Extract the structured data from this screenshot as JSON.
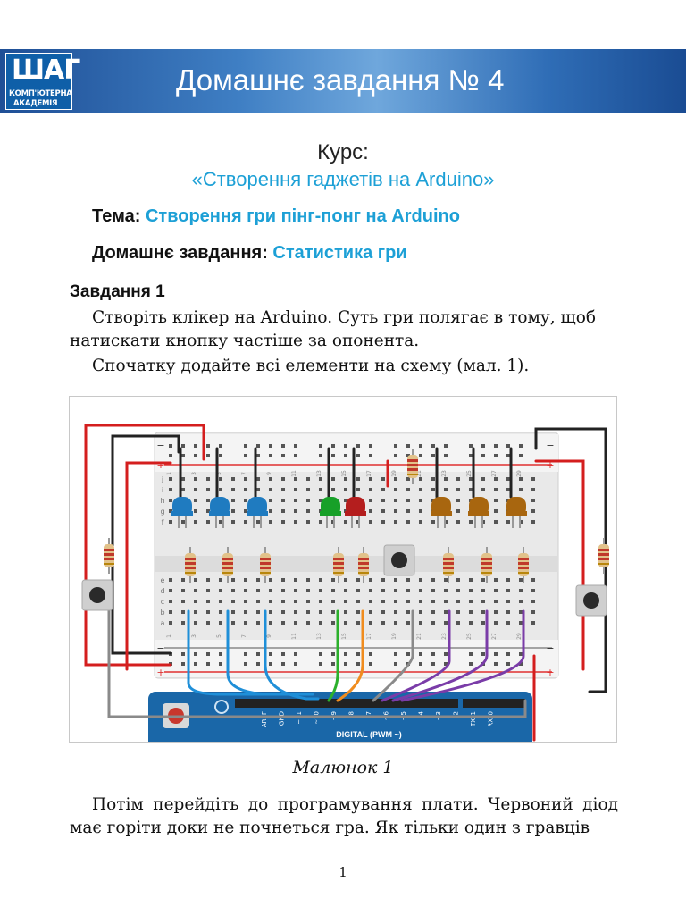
{
  "header": {
    "logo": {
      "mark": "ШАГ",
      "line1": "КОМП'ЮТЕРНА",
      "line2": "АКАДЕМІЯ"
    },
    "title": "Домашнє завдання № 4"
  },
  "course": {
    "label": "Курс:",
    "name": "«Створення гаджетів на Arduino»"
  },
  "meta": {
    "topic_key": "Тема",
    "topic_value": "Створення гри пінг-понг на Arduino",
    "hw_key": "Домашнє завдання",
    "hw_value": "Статистика гри"
  },
  "task": {
    "title": "Завдання 1",
    "paragraphs": [
      "Створіть клікер на Arduino. Суть гри полягає в тому, щоб натискати кнопку частіше за опонента.",
      "Спочатку додайте всі елементи на схему (мал. 1).",
      "Потім перейдіть до програмування плати. Червоний діод має горіти доки не почнеться гра. Як тільки один з гравців"
    ]
  },
  "figure": {
    "caption": "Малюнок 1",
    "board_label": "DIGITAL (PWM ~)",
    "pin_labels": [
      "AREF",
      "GND",
      "~11",
      "~10",
      "~9",
      "8",
      "7",
      "~6",
      "~5",
      "4",
      "~3",
      "2",
      "TX▸1",
      "RX◂0"
    ],
    "row_letters_top": [
      "j",
      "i",
      "h",
      "g",
      "f"
    ],
    "row_letters_bottom": [
      "e",
      "d",
      "c",
      "b",
      "a"
    ],
    "column_numbers": [
      "1",
      "3",
      "5",
      "7",
      "9",
      "11",
      "13",
      "15",
      "17",
      "19",
      "21",
      "23",
      "25",
      "27",
      "29"
    ],
    "colors": {
      "led_blue": "#1f7bc0",
      "led_green": "#17a028",
      "led_red": "#b41e1e",
      "led_orange": "#a8660f",
      "wire_red": "#d41e1e",
      "wire_black": "#222222",
      "wire_blue": "#1f8fd8",
      "wire_green": "#2bb02b",
      "wire_orange": "#f08c1e",
      "wire_purple": "#7a3ca8",
      "wire_gray": "#8a8a8a",
      "arduino": "#1a67a8"
    }
  },
  "page_number": "1"
}
